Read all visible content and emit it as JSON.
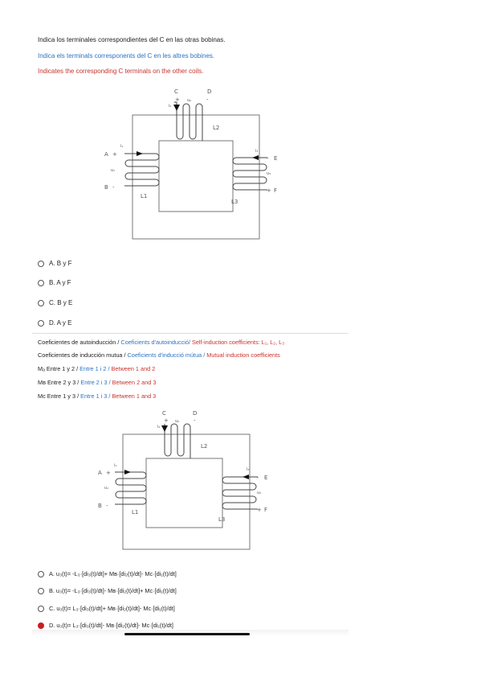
{
  "question1": {
    "es": "Indica los terminales correspondientes del C en las otras bobinas.",
    "ca": "Indica els terminals corresponents del C en les altres bobines.",
    "en": "Indicates the corresponding C terminals on the other coils."
  },
  "diagram": {
    "C": "C",
    "D": "D",
    "A": "A",
    "B": "B",
    "E": "E",
    "F": "F",
    "L1": "L1",
    "L2": "L2",
    "L3": "L3",
    "u1": "u₁",
    "u2": "u₂",
    "u3": "u₃",
    "i1": "i₁",
    "i2": "i₂",
    "i3": "i₃",
    "plus": "+",
    "minus": "-"
  },
  "options1": [
    {
      "label": "A. B y F",
      "checked": false
    },
    {
      "label": "B. A y F",
      "checked": false
    },
    {
      "label": "C. B y E",
      "checked": false
    },
    {
      "label": "D. A y E",
      "checked": false
    }
  ],
  "info": {
    "line1": {
      "es": "Coeficientes de autoinducción /",
      "ca": "Coeficients d'autoinducció/",
      "en": "Self-induction coefficients: L₁, L₂, L₃"
    },
    "line2": {
      "es": "Coeficientes de inducción mutua /",
      "ca": "Coeficients d'inducció mútua /",
      "en": "Mutual induction coefficients"
    },
    "line3": {
      "es": "Mₐ Entre 1 y 2 /",
      "ca": "Entre 1 i 2 /",
      "en": "Between 1 and 2"
    },
    "line4": {
      "es": "Mʙ Entre 2 y 3 /",
      "ca": "Entre 2 i 3 /",
      "en": "Between 2 and 3"
    },
    "line5": {
      "es": "Mᴄ Entre 1 y 3 /",
      "ca": "Entre 1 i 3 /",
      "en": "Between 1 and 3"
    }
  },
  "options2": [
    {
      "label": "A. u₃(t)= -L₃·[di₃(t)/dt]+ Mʙ·[di₂(t)/dt]- Mᴄ·[di₁(t)/dt]",
      "checked": false
    },
    {
      "label": "B. u₃(t)= -L₃·[di₃(t)/dt]- Mʙ·[di₂(t)/dt]+ Mᴄ·[di₁(t)/dt]",
      "checked": false
    },
    {
      "label": "C. u₃(t)= L₃·[di₃(t)/dt]+ Mʙ·[di₂(t)/dt]- Mᴄ·[di₁(t)/dt]",
      "checked": false
    },
    {
      "label": "D. u₃(t)= L₃·[di₃(t)/dt]- Mʙ·[di₂(t)/dt]- Mᴄ·[di₁(t)/dt]",
      "checked": true
    }
  ],
  "colors": {
    "catalan": "#2f73c0",
    "english": "#c8332d",
    "selected": "#c81e1e"
  }
}
